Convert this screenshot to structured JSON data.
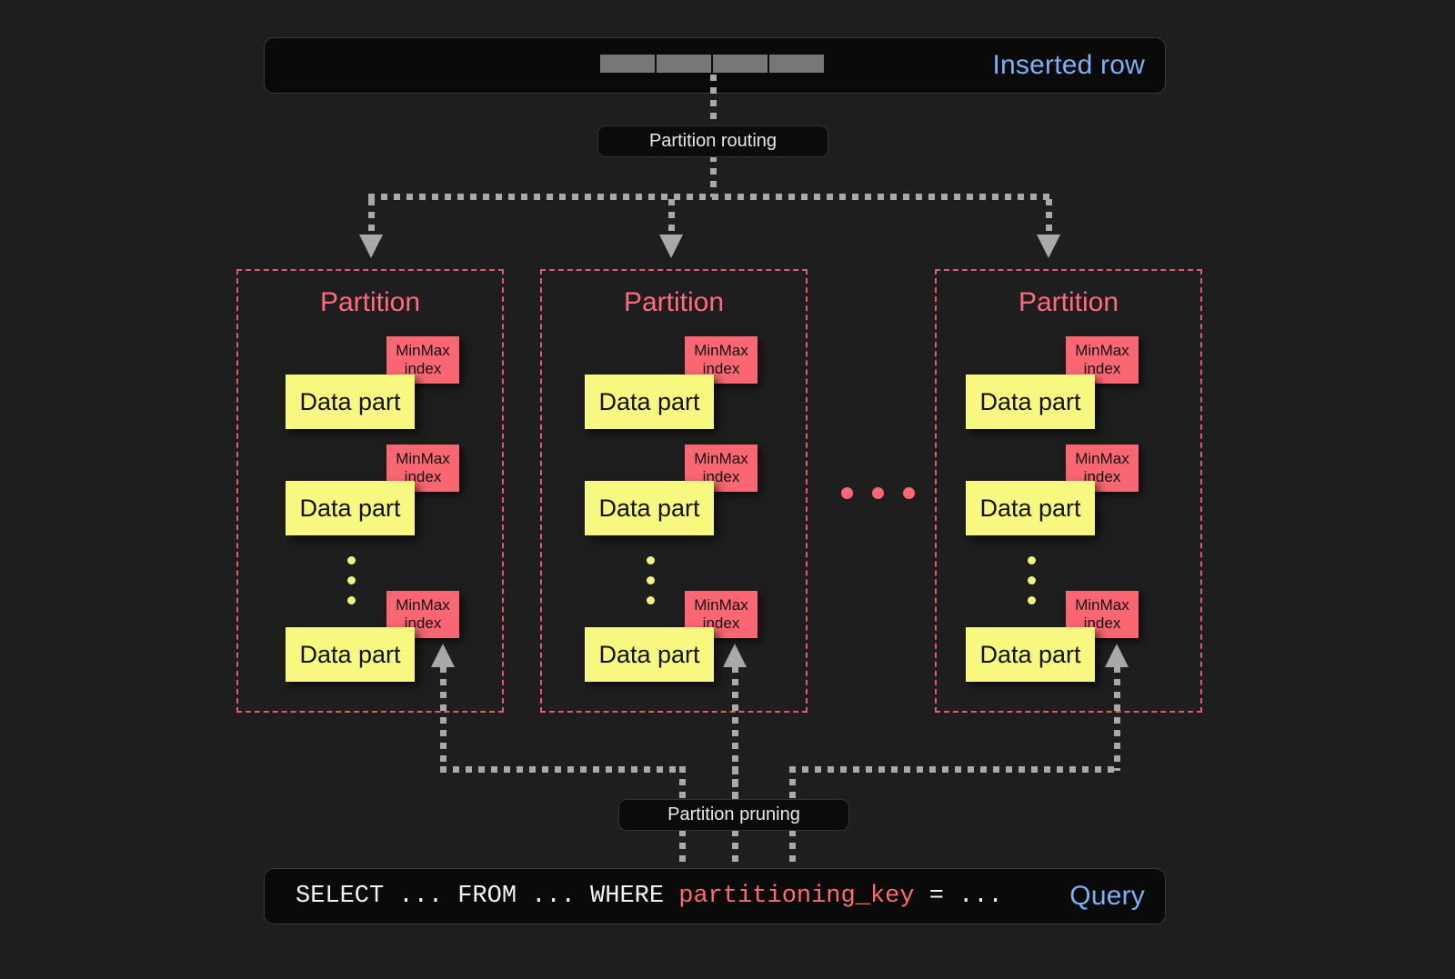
{
  "diagram": {
    "title": "ClickHouse partitioning: insert routing and partition pruning",
    "background_color": "#1e1e1e"
  },
  "inserted_row": {
    "label": "Inserted row",
    "label_color": "#7cb0f5",
    "cell_count": 4,
    "cell_color": "#777777"
  },
  "routing": {
    "label": "Partition routing"
  },
  "partitions": [
    {
      "title": "Partition",
      "data_parts": [
        {
          "label": "Data part",
          "index_label_line1": "MinMax",
          "index_label_line2": "index"
        },
        {
          "label": "Data part",
          "index_label_line1": "MinMax",
          "index_label_line2": "index"
        },
        {
          "label": "Data part",
          "index_label_line1": "MinMax",
          "index_label_line2": "index"
        }
      ]
    },
    {
      "title": "Partition",
      "data_parts": [
        {
          "label": "Data part",
          "index_label_line1": "MinMax",
          "index_label_line2": "index"
        },
        {
          "label": "Data part",
          "index_label_line1": "MinMax",
          "index_label_line2": "index"
        },
        {
          "label": "Data part",
          "index_label_line1": "MinMax",
          "index_label_line2": "index"
        }
      ]
    },
    {
      "title": "Partition",
      "data_parts": [
        {
          "label": "Data part",
          "index_label_line1": "MinMax",
          "index_label_line2": "index"
        },
        {
          "label": "Data part",
          "index_label_line1": "MinMax",
          "index_label_line2": "index"
        },
        {
          "label": "Data part",
          "index_label_line1": "MinMax",
          "index_label_line2": "index"
        }
      ]
    }
  ],
  "partition_ellipsis": {
    "dot_count": 3,
    "color": "#fb6673"
  },
  "part_ellipsis": {
    "dot_count": 3,
    "color": "#f3f47e"
  },
  "pruning": {
    "label": "Partition pruning"
  },
  "query": {
    "label": "Query",
    "label_color": "#7cb0f5",
    "sql_prefix": "SELECT ... FROM ... WHERE ",
    "sql_key": "partitioning_key",
    "sql_suffix": " = ...",
    "key_color": "#ff6b6b"
  },
  "colors": {
    "partition_border": "#e8576a",
    "data_part": "#f7f87f",
    "minmax_index": "#fb6673",
    "connector": "#a9a9a9"
  }
}
